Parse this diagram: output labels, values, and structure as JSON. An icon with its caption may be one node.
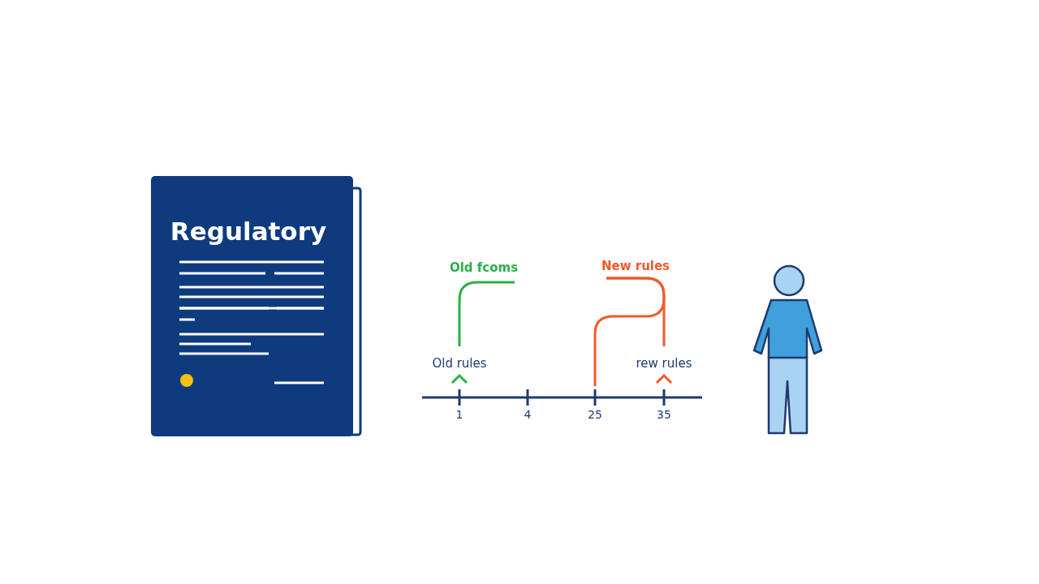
{
  "diagram": {
    "nodes": [
      {
        "text": [
          "Regulatory"
        ]
      },
      {
        "text": [
          "Old fcoms"
        ]
      },
      {
        "text": [
          "Old rules"
        ]
      },
      {
        "text": [
          "New rules"
        ]
      },
      {
        "text": [
          "rew rules"
        ]
      }
    ],
    "edges": [
      {
        "from": 1,
        "to": 2,
        "arrow": "none",
        "color": "#2bb04a"
      },
      {
        "from": 3,
        "to": 4,
        "arrow": "none",
        "color": "#f05a2a"
      },
      {
        "from": 3,
        "to": null,
        "arrow": "none",
        "color": "#f05a2a"
      }
    ],
    "labels": [
      "1",
      "4",
      "25",
      "35"
    ]
  }
}
